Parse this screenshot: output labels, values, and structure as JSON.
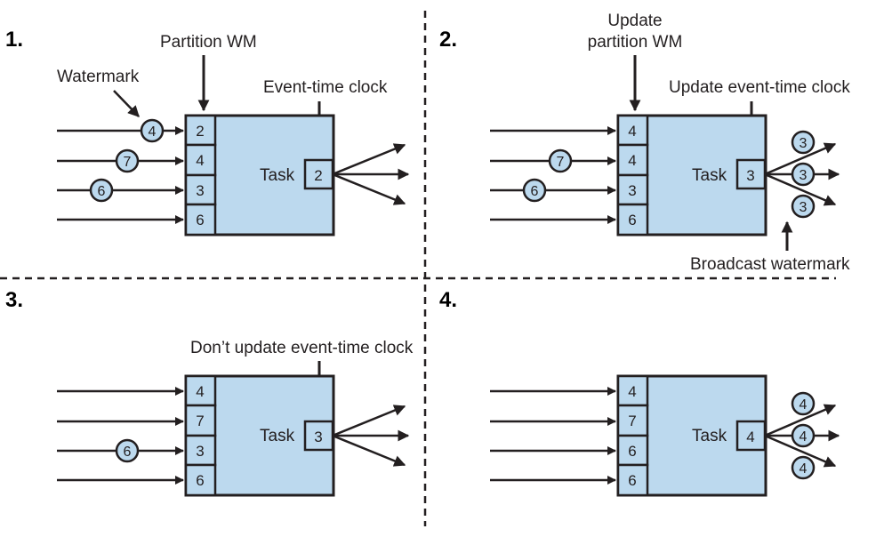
{
  "colors": {
    "box_fill": "#bcd9ee",
    "stroke": "#231f20",
    "bubble_fill": "#bcd9ee"
  },
  "task_label": "Task",
  "panels": [
    {
      "id": 1,
      "number": "1.",
      "partitions": [
        "2",
        "4",
        "3",
        "6"
      ],
      "clock": "2",
      "incoming_watermarks": [
        "4",
        "7",
        "6"
      ],
      "broadcast": [],
      "labels": {
        "watermark": "Watermark",
        "partition_wm": "Partition WM",
        "event_time_clock": "Event-time clock"
      }
    },
    {
      "id": 2,
      "number": "2.",
      "partitions": [
        "4",
        "4",
        "3",
        "6"
      ],
      "clock": "3",
      "incoming_watermarks": [
        "7",
        "6"
      ],
      "broadcast": [
        "3",
        "3",
        "3"
      ],
      "labels": {
        "update_line1": "Update",
        "update_line2": "partition WM",
        "update_clock": "Update event-time clock",
        "broadcast_watermark": "Broadcast watermark"
      }
    },
    {
      "id": 3,
      "number": "3.",
      "partitions": [
        "4",
        "7",
        "3",
        "6"
      ],
      "clock": "3",
      "incoming_watermarks": [
        "6"
      ],
      "broadcast": [],
      "labels": {
        "dont_update": "Don’t update event-time clock"
      }
    },
    {
      "id": 4,
      "number": "4.",
      "partitions": [
        "4",
        "7",
        "6",
        "6"
      ],
      "clock": "4",
      "incoming_watermarks": [],
      "broadcast": [
        "4",
        "4",
        "4"
      ],
      "labels": {}
    }
  ]
}
